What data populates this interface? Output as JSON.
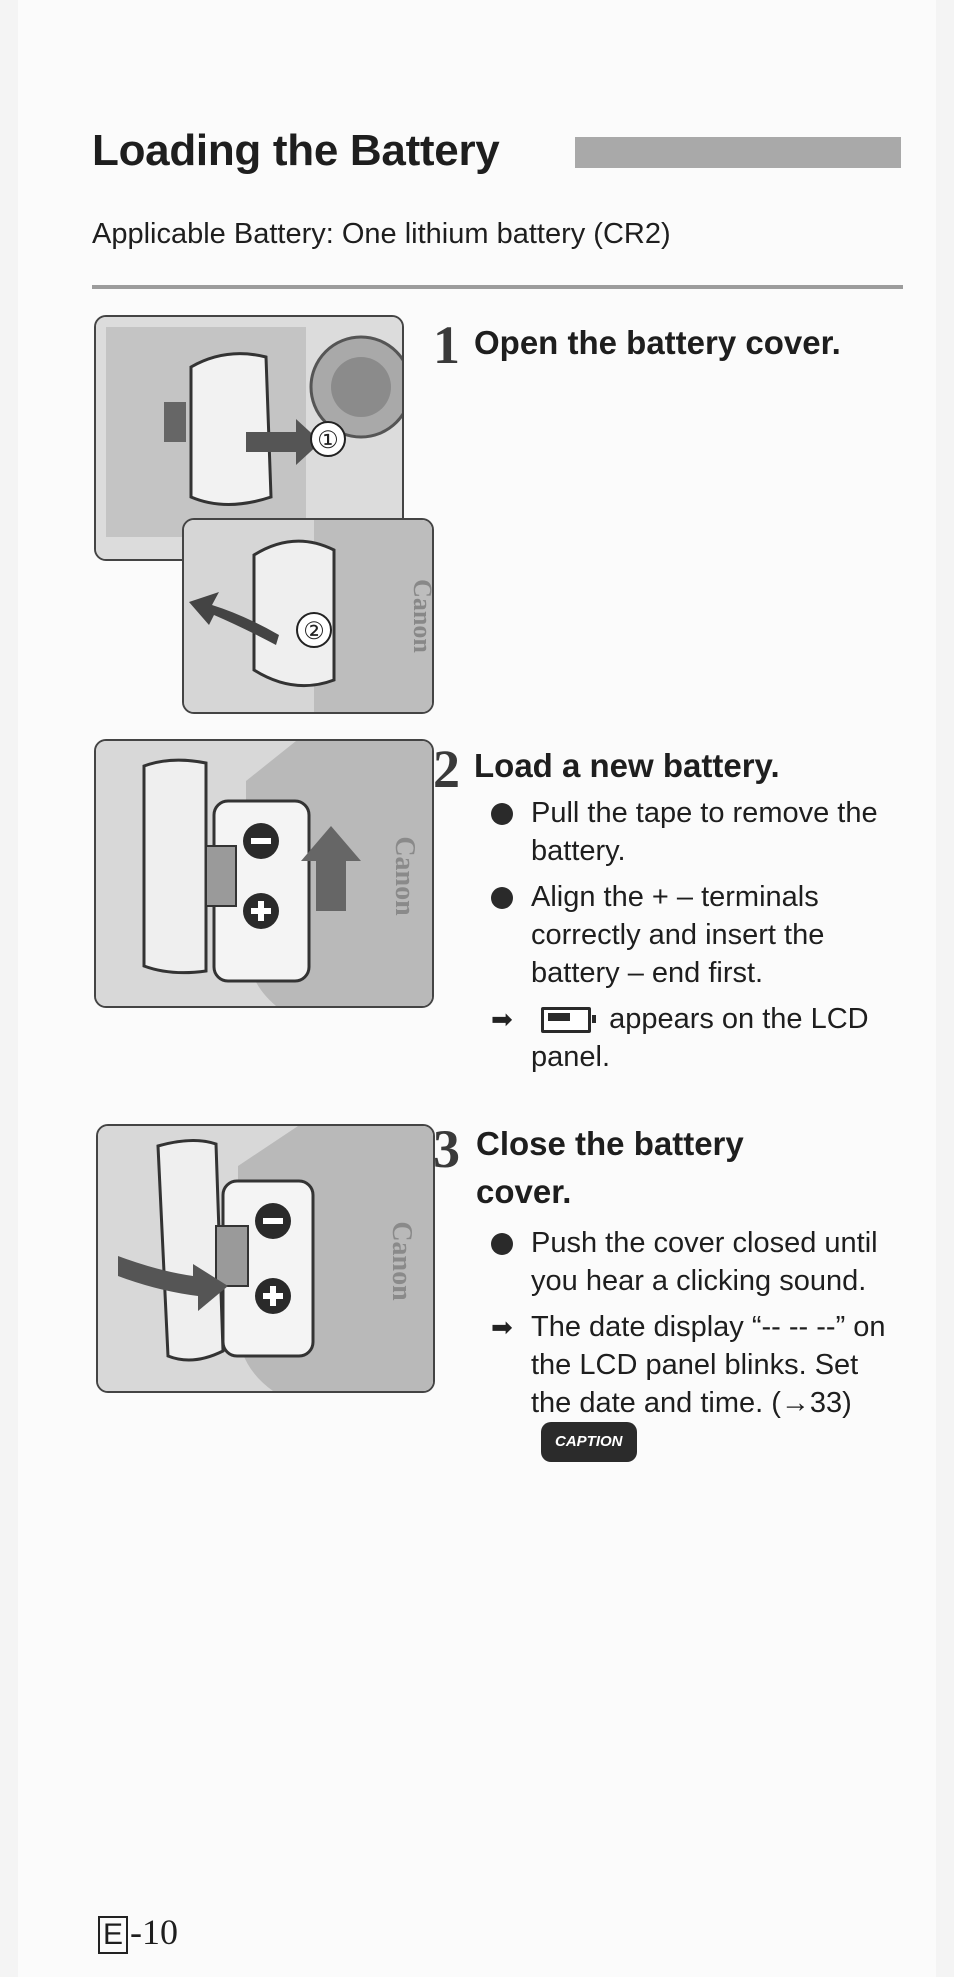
{
  "page": {
    "title": "Loading the Battery",
    "subtitle": "Applicable Battery: One lithium battery (CR2)"
  },
  "steps": [
    {
      "number": "1",
      "title": "Open the battery cover.",
      "figure_marks": [
        "①",
        "②"
      ],
      "brand": "Canon"
    },
    {
      "number": "2",
      "title": "Load a new battery.",
      "bullets": [
        "Pull the tape to remove the battery.",
        "Align the + – terminals correctly and insert the battery – end first."
      ],
      "result_text": "appears on the LCD panel.",
      "result_icon": "battery-full-icon",
      "brand": "Canon"
    },
    {
      "number": "3",
      "title_line1": "Close the battery",
      "title_line2": "cover.",
      "bullets": [
        "Push the cover closed until you hear a clicking sound."
      ],
      "result_text": "The date display “-- -- --” on the LCD panel blinks. Set the date and time. (→33)",
      "badge": "CAPTION",
      "brand": "Canon"
    }
  ],
  "footer": {
    "section": "E",
    "page": "-10"
  }
}
